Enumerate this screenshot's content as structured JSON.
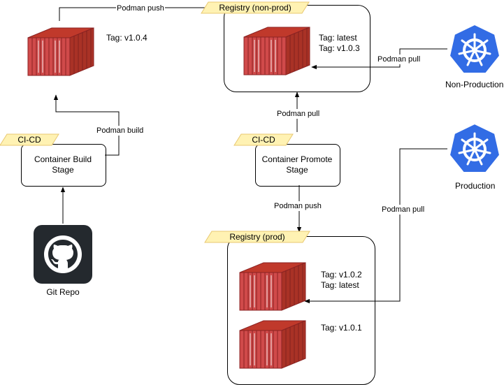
{
  "colors": {
    "container_red": "#cc4444",
    "container_dark": "#8b2323",
    "kubernetes_blue": "#326ce5",
    "parallelogram_fill": "#fff2b3",
    "parallelogram_stroke": "#e8c872",
    "github_dark": "#24292e"
  },
  "icons": {
    "github": "github-icon",
    "kubernetes": "kubernetes-helm-icon",
    "container": "shipping-container-icon"
  },
  "edges": {
    "podman_push_top": "Podman push",
    "podman_build": "Podman build",
    "podman_pull_nonprod": "Podman pull",
    "podman_pull_promote": "Podman pull",
    "podman_push_prod": "Podman push",
    "podman_pull_prod": "Podman pull"
  },
  "build_image": {
    "tag": "Tag: v1.0.4"
  },
  "cicd_build": {
    "title": "CI-CD",
    "stage_line1": "Container Build",
    "stage_line2": "Stage"
  },
  "cicd_promote": {
    "title": "CI-CD",
    "stage_line1": "Container Promote",
    "stage_line2": "Stage"
  },
  "git": {
    "label": "Git Repo"
  },
  "registry_nonprod": {
    "title": "Registry (non-prod)",
    "tag_line1": "Tag: latest",
    "tag_line2": "Tag: v1.0.3"
  },
  "registry_prod": {
    "title": "Registry (prod)",
    "image1_tag_line1": "Tag: v1.0.2",
    "image1_tag_line2": "Tag: latest",
    "image2_tag_line1": "Tag: v1.0.1"
  },
  "clusters": {
    "nonprod_label": "Non-Production",
    "prod_label": "Production"
  }
}
